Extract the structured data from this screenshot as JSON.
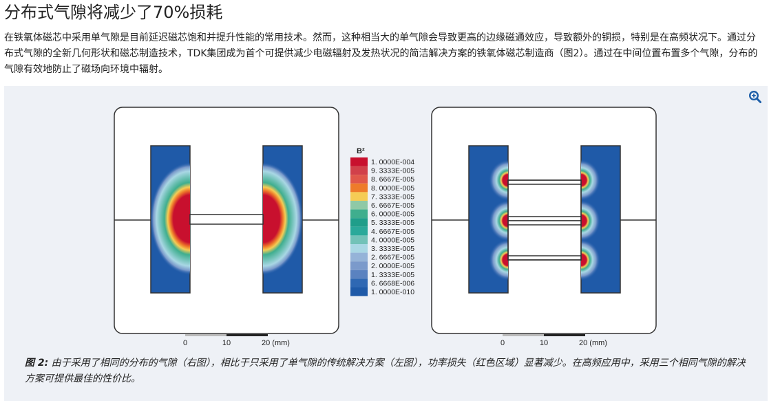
{
  "article": {
    "title": "分布式气隙将减少了70%损耗",
    "intro": "在铁氧体磁芯中采用单气隙是目前延迟磁芯饱和并提升性能的常用技术。然而，这种相当大的单气隙会导致更高的边缘磁通效应，导致额外的铜损，特别是在高频状况下。通过分布式气隙的全新几何形状和磁芯制造技术，TDK集团成为首个可提供减少电磁辐射及发热状况的简洁解决方案的铁氧体磁芯制造商（图2）。通过在中间位置布置多个气隙，分布的气隙有效地防止了磁场向环境中辐射。"
  },
  "figure": {
    "zoom_icon": "zoom-in-icon",
    "legend": {
      "title": "B²",
      "entries": [
        {
          "label": "1. 0000E-004",
          "color": "#c8102e"
        },
        {
          "label": "9. 3333E-005",
          "color": "#d1404a"
        },
        {
          "label": "8. 6667E-005",
          "color": "#e0574a"
        },
        {
          "label": "8. 0000E-005",
          "color": "#ee7b2a"
        },
        {
          "label": "7. 3333E-005",
          "color": "#f5cc55"
        },
        {
          "label": "6. 6667E-005",
          "color": "#8fc9a6"
        },
        {
          "label": "6. 0000E-005",
          "color": "#3fae8e"
        },
        {
          "label": "5. 3333E-005",
          "color": "#1f9e8a"
        },
        {
          "label": "4. 6667E-005",
          "color": "#2aa99a"
        },
        {
          "label": "4. 0000E-005",
          "color": "#72c2b8"
        },
        {
          "label": "3. 3333E-005",
          "color": "#a9d7e4"
        },
        {
          "label": "2. 6667E-005",
          "color": "#95b3d8"
        },
        {
          "label": "2. 0000E-005",
          "color": "#7b9acb"
        },
        {
          "label": "1. 3333E-005",
          "color": "#5a82c0"
        },
        {
          "label": "6. 6668E-006",
          "color": "#2f68b3"
        },
        {
          "label": "1. 0000E-010",
          "color": "#1f5aa8"
        }
      ]
    },
    "scale_left": {
      "ticks": [
        "0",
        "10",
        "20 (mm)"
      ]
    },
    "scale_right": {
      "ticks": [
        "0",
        "10",
        "20 (mm)"
      ]
    },
    "caption_label": "图 2:",
    "caption_text": " 由于采用了相同的分布的气隙（右图），相比于只采用了单气隙的传统解决方案（左图），功率损失（红色区域）显著减少。在高频应用中，采用三个相同气隙的解决方案可提供最佳的性价比。"
  }
}
